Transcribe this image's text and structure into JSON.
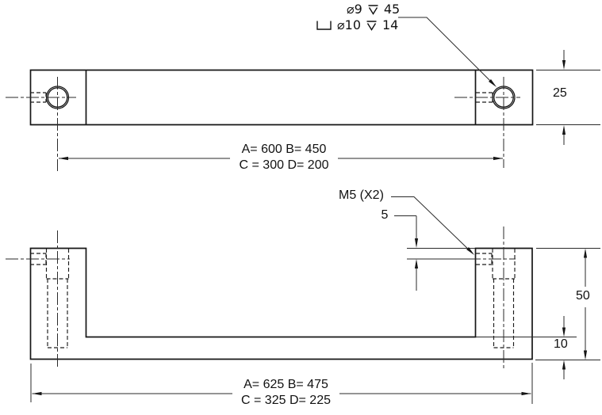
{
  "drawing": {
    "hole_callout": {
      "line1_diameter": "⌀9",
      "line1_depth": "45",
      "line2_diameter": "⌀10",
      "line2_depth": "14"
    },
    "top_view": {
      "hole_spacing_line1": "A= 600 B= 450",
      "hole_spacing_line2": "C = 300 D= 200",
      "thickness_dim": "25"
    },
    "front_view": {
      "thread_callout": "M5 (X2)",
      "hole_offset_dim": "5",
      "height_dim": "50",
      "base_thickness_dim": "10",
      "overall_length_line1": "A= 625 B= 475",
      "overall_length_line2": "C = 325 D= 225"
    },
    "colors": {
      "line": "#161616",
      "background": "#ffffff"
    }
  }
}
